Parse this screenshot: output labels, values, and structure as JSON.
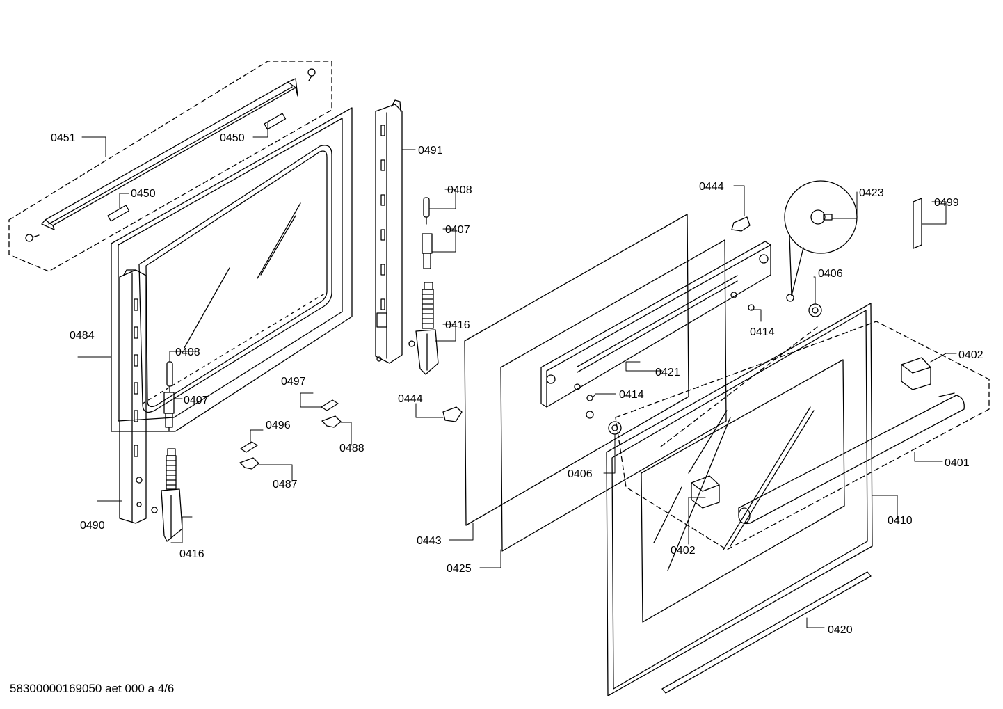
{
  "footer": "58300000169050 aet 000 a 4/6",
  "labels": {
    "p0451": "0451",
    "p0450a": "0450",
    "p0450b": "0450",
    "p0484": "0484",
    "p0408a": "0408",
    "p0407a": "0407",
    "p0490": "0490",
    "p0416a": "0416",
    "p0491": "0491",
    "p0408b": "0408",
    "p0407b": "0407",
    "p0416b": "0416",
    "p0497": "0497",
    "p0496": "0496",
    "p0488": "0488",
    "p0487": "0487",
    "p0444a": "0444",
    "p0444b": "0444",
    "p0443": "0443",
    "p0425": "0425",
    "p0421": "0421",
    "p0414a": "0414",
    "p0414b": "0414",
    "p0406a": "0406",
    "p0406b": "0406",
    "p0423": "0423",
    "p0499": "0499",
    "p0402a": "0402",
    "p0402b": "0402",
    "p0401": "0401",
    "p0410": "0410",
    "p0420": "0420"
  }
}
